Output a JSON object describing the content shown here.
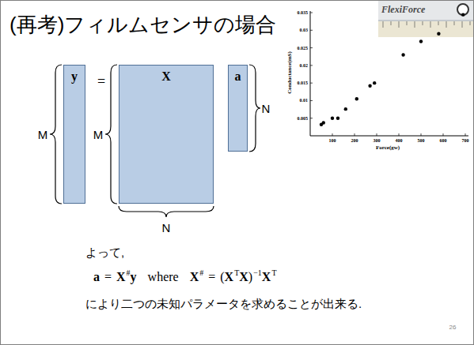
{
  "diagram": {
    "title": "(再考)フィルムセンサの場合",
    "nodes": [
      {
        "text": [
          "y"
        ]
      },
      {
        "text": [
          "X"
        ]
      },
      {
        "text": [
          "a"
        ]
      }
    ],
    "labels": [
      "FlexiForce",
      "=",
      "M",
      "M",
      "N",
      "N",
      "0.035",
      "0.03",
      "0.025",
      "0.02",
      "0.015",
      "0.01",
      "0.005",
      "100",
      "200",
      "300",
      "400",
      "500",
      "600",
      "700",
      "Conductance(mS)",
      "Force(gw)",
      "よって,",
      "a",
      "=",
      "X",
      "#",
      "y",
      "where",
      "X",
      "#",
      "=",
      "(",
      "X",
      "T",
      "X",
      ")",
      "−1",
      "X",
      "T",
      "により二つの未知パラメータを求めることが出来る.",
      "26"
    ]
  }
}
